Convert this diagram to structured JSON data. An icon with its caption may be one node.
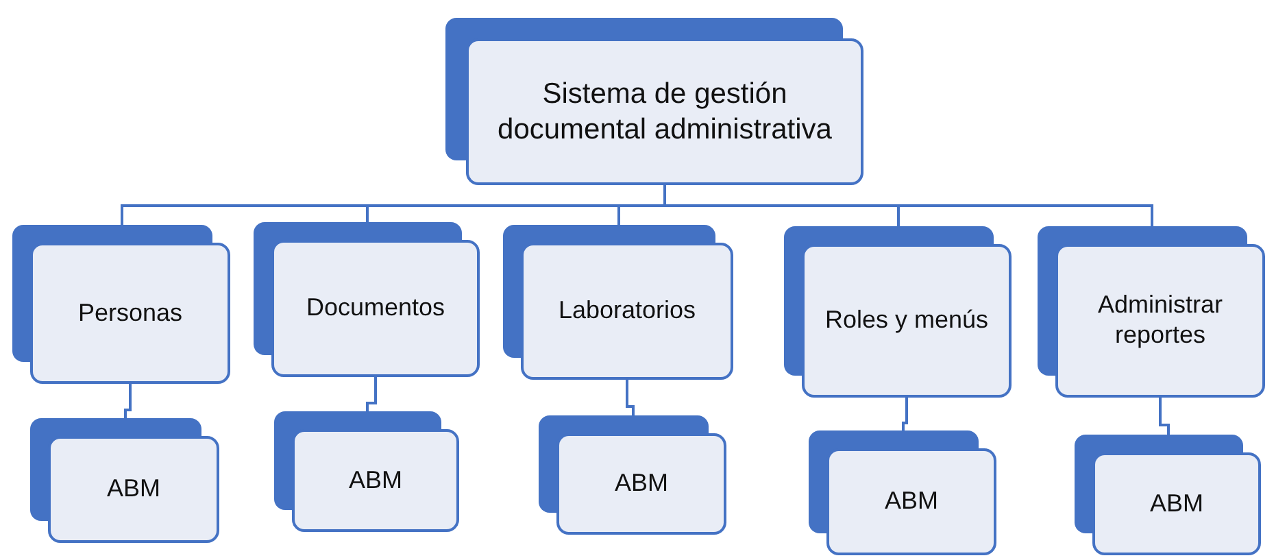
{
  "diagram": {
    "nodes": [
      {
        "text": [
          "Sistema de gestión documental administrativa"
        ]
      },
      {
        "text": [
          "Personas"
        ]
      },
      {
        "text": [
          "Documentos"
        ]
      },
      {
        "text": [
          "Laboratorios"
        ]
      },
      {
        "text": [
          "Roles y menús"
        ]
      },
      {
        "text": [
          "Administrar reportes"
        ]
      },
      {
        "text": [
          "ABM"
        ]
      },
      {
        "text": [
          "ABM"
        ]
      },
      {
        "text": [
          "ABM"
        ]
      },
      {
        "text": [
          "ABM"
        ]
      },
      {
        "text": [
          "ABM"
        ]
      }
    ],
    "edges": [
      {
        "from": 0,
        "to": 1,
        "arrow": "none"
      },
      {
        "from": 0,
        "to": 2,
        "arrow": "none"
      },
      {
        "from": 0,
        "to": 3,
        "arrow": "none"
      },
      {
        "from": 0,
        "to": 4,
        "arrow": "none"
      },
      {
        "from": 0,
        "to": 5,
        "arrow": "none"
      },
      {
        "from": 1,
        "to": 6,
        "arrow": "none"
      },
      {
        "from": 2,
        "to": 7,
        "arrow": "none"
      },
      {
        "from": 3,
        "to": 8,
        "arrow": "none"
      },
      {
        "from": 4,
        "to": 9,
        "arrow": "none"
      },
      {
        "from": 5,
        "to": 10,
        "arrow": "none"
      }
    ]
  }
}
